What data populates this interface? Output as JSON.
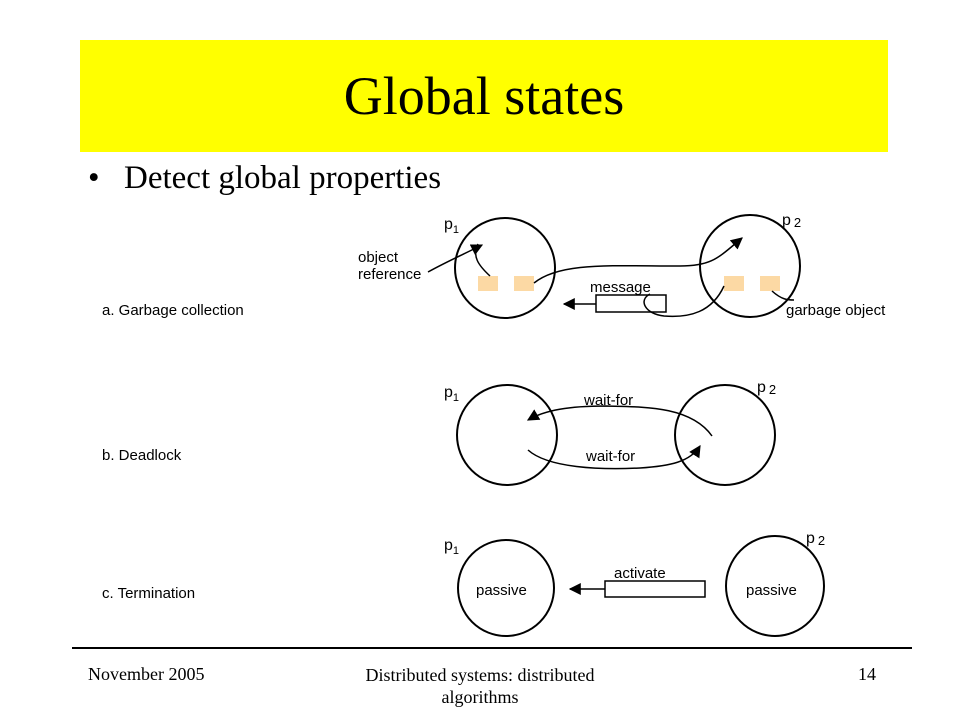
{
  "slide": {
    "title": "Global states",
    "bullet_symbol": "•",
    "bullet": "Detect global properties"
  },
  "diagram": {
    "process_1": "p",
    "process_1_sub": "1",
    "process_2": "p",
    "process_2_sub": "2",
    "section_a": {
      "label": "a. Garbage collection",
      "object_reference_line1": "object",
      "object_reference_line2": "reference",
      "message": "message",
      "garbage_object": "garbage object"
    },
    "section_b": {
      "label": "b. Deadlock",
      "wait_for_top": "wait-for",
      "wait_for_bottom": "wait-for"
    },
    "section_c": {
      "label": "c. Termination",
      "activate": "activate",
      "state_1": "passive",
      "state_2": "passive"
    },
    "colors": {
      "title_band": "#ffff00",
      "object_box": "#fcd9a4"
    }
  },
  "footer": {
    "date": "November 2005",
    "course_line1": "Distributed systems: distributed",
    "course_line2": "algorithms",
    "page": "14"
  }
}
